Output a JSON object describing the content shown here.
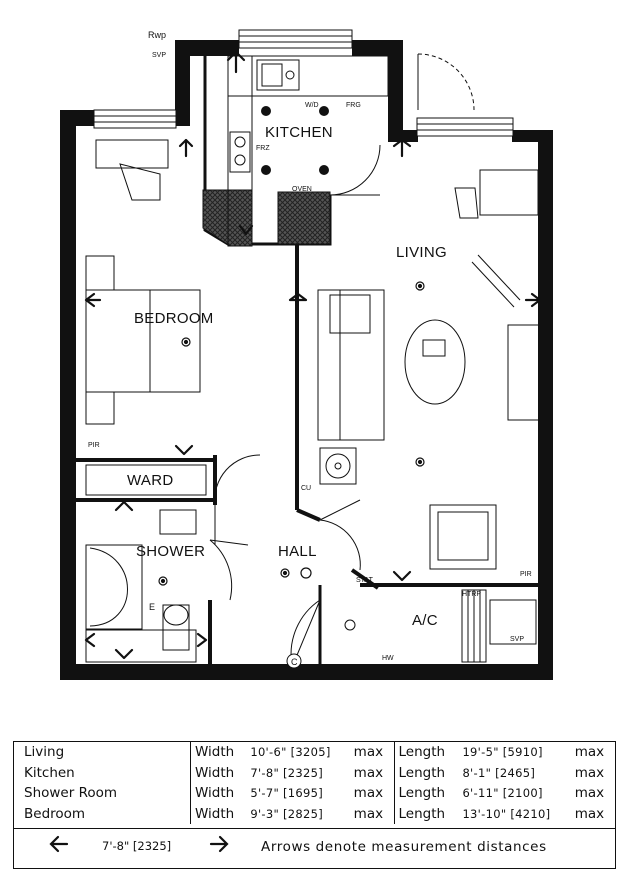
{
  "rooms": {
    "kitchen": "KITCHEN",
    "living": "LIVING",
    "bedroom": "BEDROOM",
    "ward": "WARD",
    "shower": "SHOWER",
    "hall": "HALL",
    "ac": "A/C"
  },
  "annotations": {
    "rwp": "Rwp",
    "svp_top": "SVP",
    "wd": "W/D",
    "frg": "FRG",
    "frz": "FRZ",
    "oven": "OVEN",
    "pir_bed": "PIR",
    "pir_living": "PIR",
    "htrp": "HTRP",
    "svp_ac": "SVP",
    "hw": "HW",
    "cu": "CU",
    "stat": "STAT",
    "e": "E",
    "c": "C"
  },
  "legend": {
    "rows": [
      {
        "room": "Living",
        "w_label": "Width",
        "w_value": "10'-6\" [3205]",
        "w_max": "max",
        "l_label": "Length",
        "l_value": "19'-5\" [5910]",
        "l_max": "max"
      },
      {
        "room": "Kitchen",
        "w_label": "Width",
        "w_value": "7'-8\" [2325]",
        "w_max": "max",
        "l_label": "Length",
        "l_value": "8'-1\" [2465]",
        "l_max": "max"
      },
      {
        "room": "Shower Room",
        "w_label": "Width",
        "w_value": "5'-7\" [1695]",
        "w_max": "max",
        "l_label": "Length",
        "l_value": "6'-11\" [2100]",
        "l_max": "max"
      },
      {
        "room": "Bedroom",
        "w_label": "Width",
        "w_value": "9'-3\" [2825]",
        "w_max": "max",
        "l_label": "Length",
        "l_value": "13'-10\" [4210]",
        "l_max": "max"
      }
    ],
    "arrow_example": "7'-8\" [2325]",
    "arrow_note": "Arrows denote measurement distances",
    "arrow_left_icon": "left-arrow-icon",
    "arrow_right_icon": "right-arrow-icon"
  }
}
